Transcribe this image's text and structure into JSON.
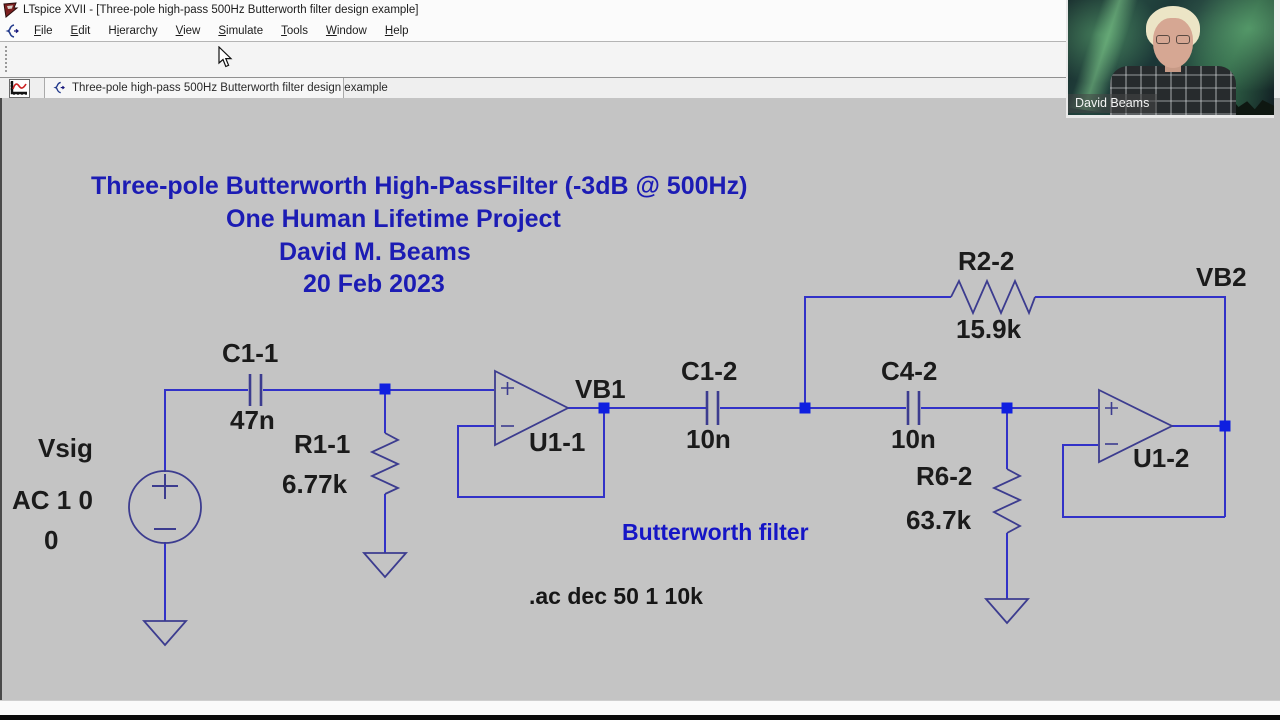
{
  "window": {
    "title": "LTspice XVII - [Three-pole high-pass 500Hz Butterworth filter design example]"
  },
  "menu": {
    "items": [
      {
        "label": "File",
        "accel": 0
      },
      {
        "label": "Edit",
        "accel": 0
      },
      {
        "label": "Hierarchy",
        "accel": 1
      },
      {
        "label": "View",
        "accel": 0
      },
      {
        "label": "Simulate",
        "accel": 0
      },
      {
        "label": "Tools",
        "accel": 0
      },
      {
        "label": "Window",
        "accel": 0
      },
      {
        "label": "Help",
        "accel": 0
      }
    ]
  },
  "tabbar": {
    "tab_label": "Three-pole high-pass 500Hz Butterworth filter design example"
  },
  "webcam": {
    "name_label": "David Beams"
  },
  "schematic": {
    "title_lines": {
      "line1": "Three-pole Butterworth High-PassFilter (-3dB @ 500Hz)",
      "line2": "One Human Lifetime Project",
      "line3": "David M. Beams",
      "line4": "20 Feb 2023"
    },
    "annotation": "Butterworth filter",
    "directive": ".ac dec 50 1 10k",
    "nets": {
      "vb1": "VB1",
      "vb2": "VB2"
    },
    "components": {
      "vsig": {
        "ref": "Vsig",
        "value": "AC 1 0",
        "value2": "0"
      },
      "c1_1": {
        "ref": "C1-1",
        "value": "47n"
      },
      "r1_1": {
        "ref": "R1-1",
        "value": "6.77k"
      },
      "u1_1": {
        "ref": "U1-1"
      },
      "c1_2": {
        "ref": "C1-2",
        "value": "10n"
      },
      "r2_2": {
        "ref": "R2-2",
        "value": "15.9k"
      },
      "c4_2": {
        "ref": "C4-2",
        "value": "10n"
      },
      "r6_2": {
        "ref": "R6-2",
        "value": "63.7k"
      },
      "u1_2": {
        "ref": "U1-2"
      }
    },
    "colors": {
      "canvas": "#c4c4c4",
      "wire": "#3232c8",
      "symbol": "#3c3c8f",
      "node": "#0f1fe0",
      "header_blue": "#1c1cb4",
      "annotation_blue": "#1515c6",
      "label_black": "#1b1b1b"
    }
  }
}
